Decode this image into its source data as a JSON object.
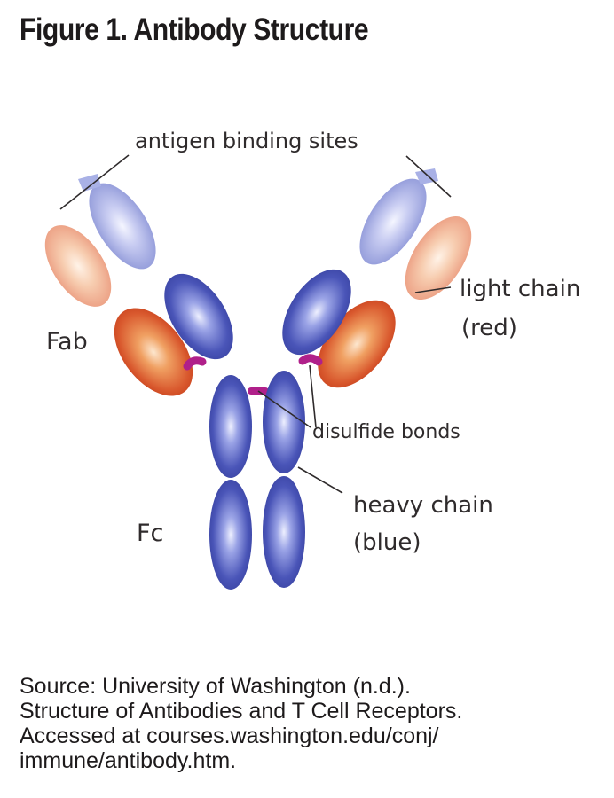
{
  "figure": {
    "title": "Figure 1. Antibody Structure"
  },
  "labels": {
    "antigen_binding_sites": "antigen binding sites",
    "fab": "Fab",
    "fc": "Fc",
    "light_chain": "light chain",
    "light_chain_color": "(red)",
    "disulfide_bonds": "disulfide bonds",
    "heavy_chain": "heavy chain",
    "heavy_chain_color": "(blue)"
  },
  "colors": {
    "heavy_chain": "#4a55b8",
    "light_chain": "#d9592e",
    "disulfide_bond": "#b0208a"
  },
  "source": {
    "line1": "Source: University of Washington (n.d.).",
    "line2": "Structure of Antibodies and T Cell Receptors.",
    "line3": "Accessed at courses.washington.edu/conj/",
    "line4": "immune/antibody.htm."
  }
}
